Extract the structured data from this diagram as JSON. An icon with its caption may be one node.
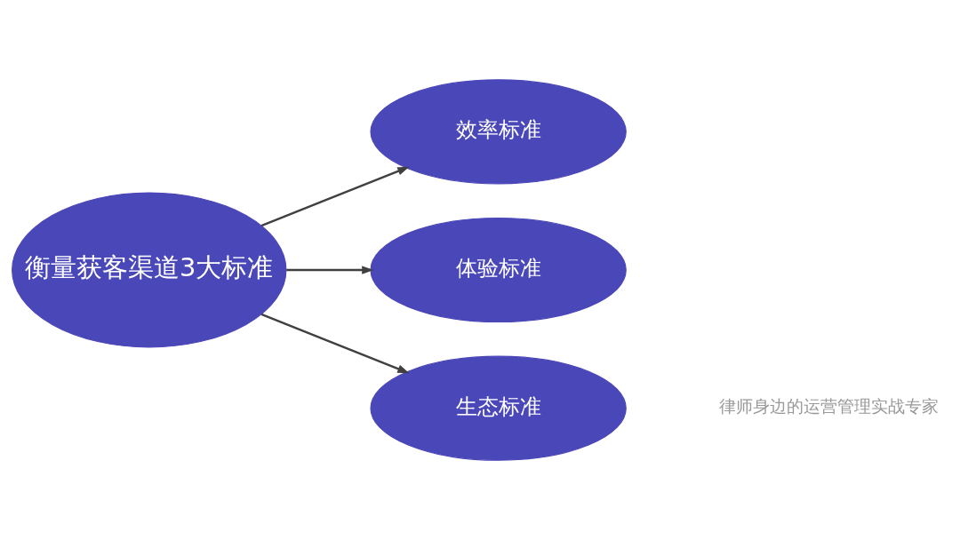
{
  "diagram": {
    "nodes": [
      {
        "text": [
          "衡量获客渠道3大标准"
        ]
      },
      {
        "text": [
          "效率标准"
        ]
      },
      {
        "text": [
          "体验标准"
        ]
      },
      {
        "text": [
          "生态标准"
        ]
      }
    ],
    "edges": [
      {
        "from": 0,
        "to": 1,
        "arrow": "to"
      },
      {
        "from": 0,
        "to": 2,
        "arrow": "to"
      },
      {
        "from": 0,
        "to": 3,
        "arrow": "to"
      }
    ],
    "labels": [
      "律师身边的运营管理实战专家"
    ]
  }
}
